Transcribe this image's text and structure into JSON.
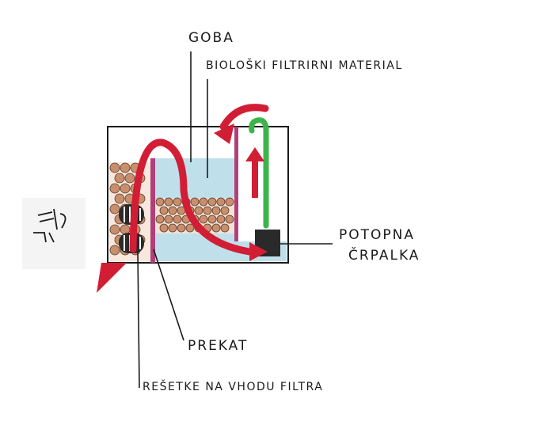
{
  "labels": {
    "goba": "GOBA",
    "bio_material": "BIOLOŠKI FILTRIRNI MATERIAL",
    "pump_line1": "POTOPNA",
    "pump_line2": "ČRPALKA",
    "prekat": "PREKAT",
    "resetke": "REŠETKE NA VHODU FILTRA"
  },
  "signature": {
    "text": "21/7/"
  },
  "colors": {
    "ink": "#1a1a1a",
    "flow_arrow": "#d21e34",
    "sponge": "#bfe0ea",
    "bio_ball": "#c98f6c",
    "pipe": "#3bb54a",
    "pump": "#2a2a2a",
    "partition": "#b0407a"
  }
}
